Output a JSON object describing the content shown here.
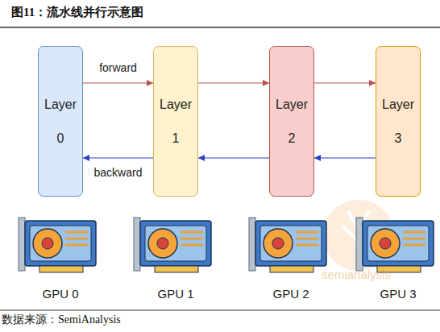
{
  "diagram": {
    "title": "图11：流水线并行示意图",
    "caption": "数据来源：SemiAnalysis",
    "nodes": [
      {
        "text": [
          "Layer 0"
        ]
      },
      {
        "text": [
          "Layer 1"
        ]
      },
      {
        "text": [
          "Layer 2"
        ]
      },
      {
        "text": [
          "Layer 3"
        ]
      }
    ],
    "edges": [
      {
        "from": 0,
        "to": 1,
        "arrow": "to",
        "label": "forward"
      },
      {
        "from": 1,
        "to": 2,
        "arrow": "to"
      },
      {
        "from": 2,
        "to": 3,
        "arrow": "to"
      },
      {
        "from": 3,
        "to": 2,
        "arrow": "to"
      },
      {
        "from": 2,
        "to": 1,
        "arrow": "to"
      },
      {
        "from": 1,
        "to": 0,
        "arrow": "to",
        "label": "backward"
      }
    ],
    "labels": [
      "GPU 0",
      "GPU 1",
      "GPU 2",
      "GPU 3",
      "semianalysis"
    ]
  }
}
